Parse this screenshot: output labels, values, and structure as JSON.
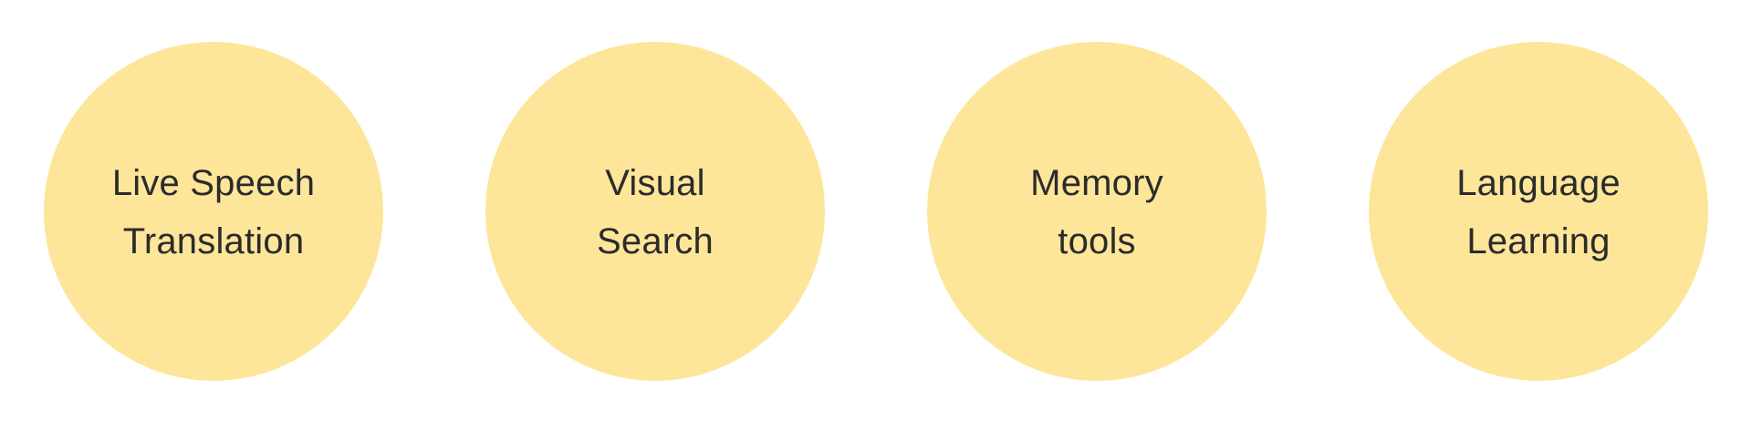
{
  "features": [
    {
      "label": "Live Speech\nTranslation"
    },
    {
      "label": "Visual\nSearch"
    },
    {
      "label": "Memory\ntools"
    },
    {
      "label": "Language\nLearning"
    }
  ],
  "colors": {
    "circle_fill": "#fde699",
    "text": "#2b2b2b",
    "background": "#ffffff"
  }
}
